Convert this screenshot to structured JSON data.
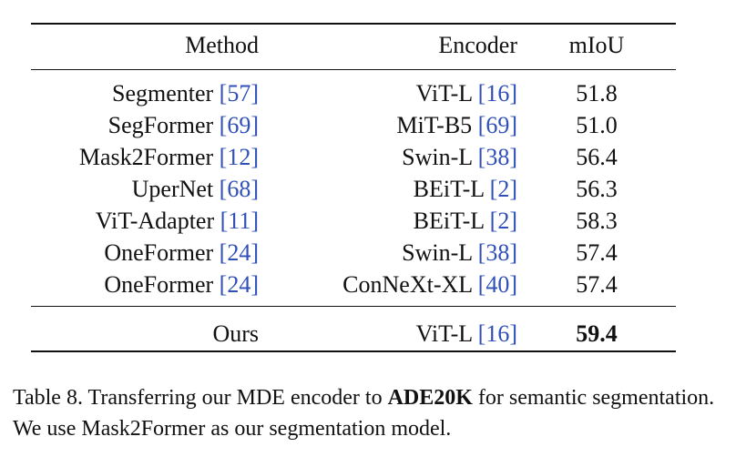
{
  "table": {
    "headers": {
      "method": "Method",
      "encoder": "Encoder",
      "miou": "mIoU"
    },
    "rows": [
      {
        "method": "Segmenter",
        "method_ref": "[57]",
        "encoder": "ViT-L",
        "encoder_ref": "[16]",
        "miou": "51.8"
      },
      {
        "method": "SegFormer",
        "method_ref": "[69]",
        "encoder": "MiT-B5",
        "encoder_ref": "[69]",
        "miou": "51.0"
      },
      {
        "method": "Mask2Former",
        "method_ref": "[12]",
        "encoder": "Swin-L",
        "encoder_ref": "[38]",
        "miou": "56.4"
      },
      {
        "method": "UperNet",
        "method_ref": "[68]",
        "encoder": "BEiT-L",
        "encoder_ref": "[2]",
        "miou": "56.3"
      },
      {
        "method": "ViT-Adapter",
        "method_ref": "[11]",
        "encoder": "BEiT-L",
        "encoder_ref": "[2]",
        "miou": "58.3"
      },
      {
        "method": "OneFormer",
        "method_ref": "[24]",
        "encoder": "Swin-L",
        "encoder_ref": "[38]",
        "miou": "57.4"
      },
      {
        "method": "OneFormer",
        "method_ref": "[24]",
        "encoder": "ConNeXt-XL",
        "encoder_ref": "[40]",
        "miou": "57.4"
      }
    ],
    "ours": {
      "method": "Ours",
      "encoder": "ViT-L",
      "encoder_ref": "[16]",
      "miou": "59.4"
    }
  },
  "caption": {
    "prefix": "Table 8. Transferring our MDE encoder to ",
    "bold": "ADE20K",
    "suffix": " for semantic segmentation. We use Mask2Former as our segmentation model."
  },
  "colors": {
    "citation": "#3050b8",
    "text": "#111111"
  }
}
